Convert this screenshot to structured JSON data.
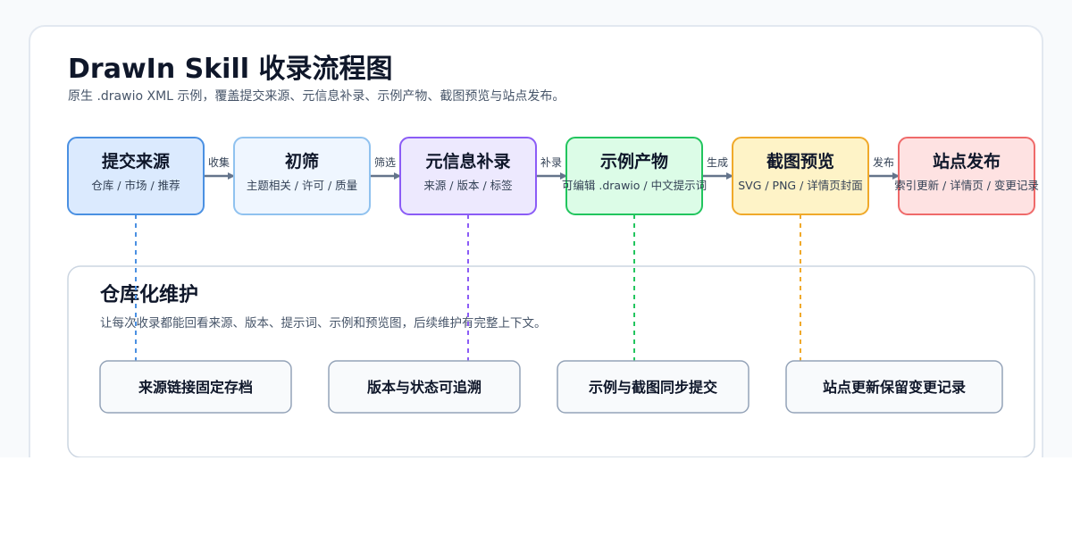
{
  "header": {
    "title": "DrawIn Skill 收录流程图",
    "subtitle": "原生 .drawio XML 示例，覆盖提交来源、元信息补录、示例产物、截图预览与站点发布。"
  },
  "flow": {
    "nodes": [
      {
        "title": "提交来源",
        "subtitle": "仓库 / 市场 / 推荐",
        "fill": "#dbeafe",
        "stroke": "#4a90e2"
      },
      {
        "title": "初筛",
        "subtitle": "主题相关 / 许可 / 质量",
        "fill": "#eff6ff",
        "stroke": "#90c2ef"
      },
      {
        "title": "元信息补录",
        "subtitle": "来源 / 版本 / 标签",
        "fill": "#ede9fe",
        "stroke": "#8b5cf6"
      },
      {
        "title": "示例产物",
        "subtitle": "可编辑 .drawio / 中文提示词",
        "fill": "#dcfce7",
        "stroke": "#22c55e"
      },
      {
        "title": "截图预览",
        "subtitle": "SVG / PNG / 详情页封面",
        "fill": "#fef3c7",
        "stroke": "#f0a92a"
      },
      {
        "title": "站点发布",
        "subtitle": "索引更新 / 详情页 / 变更记录",
        "fill": "#fee2e2",
        "stroke": "#ef6a6a"
      }
    ],
    "edges": [
      {
        "label": "收集"
      },
      {
        "label": "筛选"
      },
      {
        "label": "补录"
      },
      {
        "label": "生成"
      },
      {
        "label": "发布"
      }
    ],
    "arrow_color": "#64748b"
  },
  "panel": {
    "title": "仓库化维护",
    "description": "让每次收录都能回看来源、版本、提示词、示例和预览图，后续维护有完整上下文。",
    "items": [
      {
        "label": "来源链接固定存档"
      },
      {
        "label": "版本与状态可追溯"
      },
      {
        "label": "示例与截图同步提交"
      },
      {
        "label": "站点更新保留变更记录"
      }
    ]
  },
  "links": [
    {
      "from_node": 0,
      "to_item": 0
    },
    {
      "from_node": 2,
      "to_item": 1
    },
    {
      "from_node": 3,
      "to_item": 2
    },
    {
      "from_node": 4,
      "to_item": 3
    }
  ]
}
